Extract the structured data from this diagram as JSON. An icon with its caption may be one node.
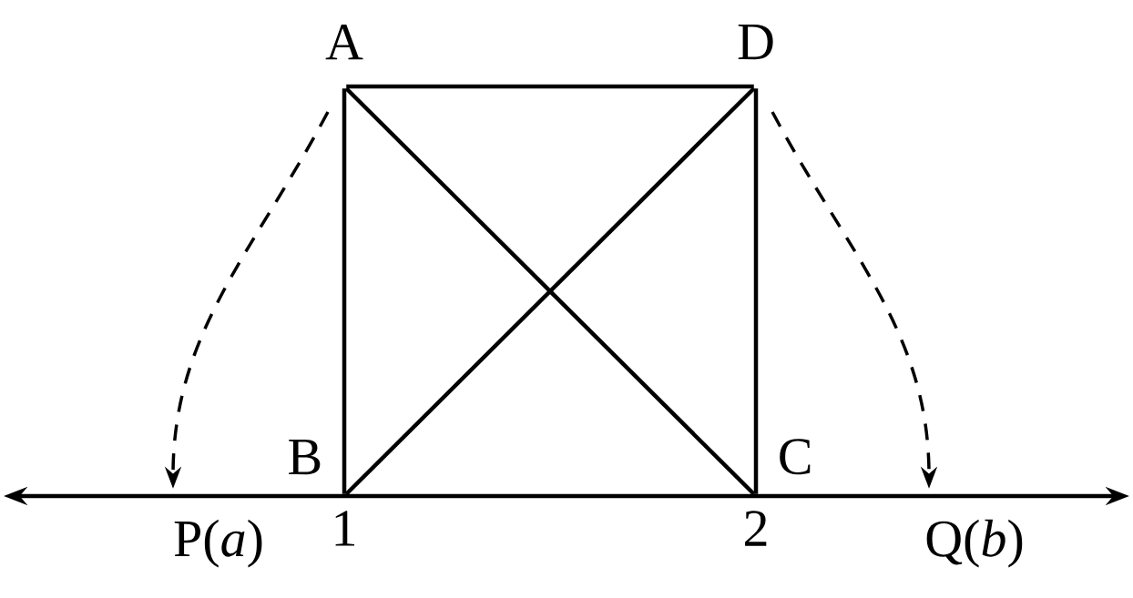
{
  "diagram": {
    "nodes": [
      {
        "text": [
          "A"
        ]
      },
      {
        "text": [
          "D"
        ]
      },
      {
        "text": [
          "B"
        ]
      },
      {
        "text": [
          "C"
        ]
      },
      {
        "text": [
          "P(*a*)"
        ]
      },
      {
        "text": [
          "Q(*b*)"
        ]
      }
    ],
    "edges": [
      {
        "from": 0,
        "to": 1,
        "arrow": "none"
      },
      {
        "from": 0,
        "to": 2,
        "arrow": "none"
      },
      {
        "from": 1,
        "to": 3,
        "arrow": "none"
      },
      {
        "from": 0,
        "to": 3,
        "arrow": "none"
      },
      {
        "from": 1,
        "to": 2,
        "arrow": "none"
      },
      {
        "from": 0,
        "to": 4,
        "arrow": "to",
        "style": "dashed"
      },
      {
        "from": 1,
        "to": 5,
        "arrow": "to",
        "style": "dashed"
      }
    ],
    "labels": [
      "1",
      "2"
    ]
  }
}
